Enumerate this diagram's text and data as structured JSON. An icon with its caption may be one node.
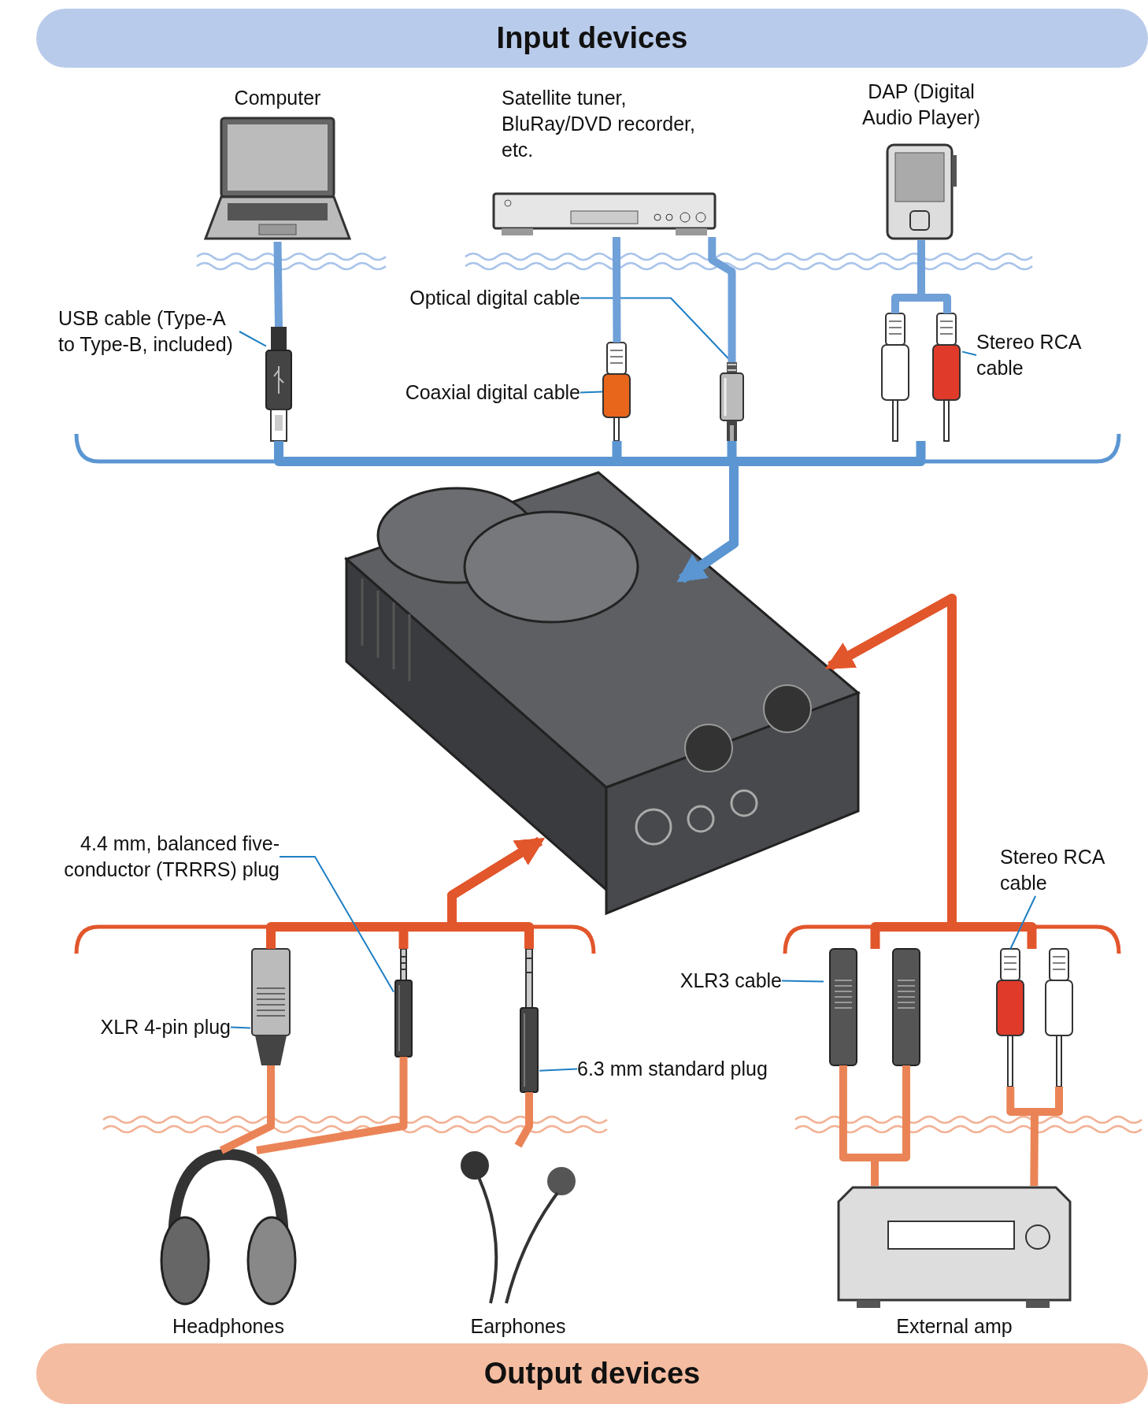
{
  "diagram": {
    "nodes": [
      {
        "text": [
          "Input devices"
        ]
      },
      {
        "text": [
          "Computer"
        ]
      },
      {
        "text": [
          "Satellite tuner, BluRay/DVD recorder, etc."
        ]
      },
      {
        "text": [
          "DAP (Digital Audio Player)"
        ]
      },
      {
        "text": [
          "USB cable (Type-A to Type-B, included)"
        ]
      },
      {
        "text": [],
        "shape": "picture"
      },
      {
        "text": [
          "Optical digital cable"
        ]
      },
      {
        "text": [],
        "shape": "picture"
      },
      {
        "text": [
          "Coaxial digital cable"
        ]
      },
      {
        "text": [],
        "shape": "picture"
      },
      {
        "text": [
          "Stereo RCA cable"
        ]
      },
      {
        "text": [],
        "shape": "picture"
      },
      {
        "text": [],
        "shape": "picture"
      },
      {
        "text": [
          "4.4 mm, balanced five-conductor (TRRRS) plug"
        ]
      },
      {
        "text": [],
        "shape": "picture"
      },
      {
        "text": [
          "XLR 4-pin plug"
        ]
      },
      {
        "text": [],
        "shape": "picture"
      },
      {
        "text": [
          "6.3 mm standard plug"
        ]
      },
      {
        "text": [],
        "shape": "picture"
      },
      {
        "text": [
          "XLR3 cable"
        ]
      },
      {
        "text": [],
        "shape": "picture"
      },
      {
        "text": [
          "Stereo RCA cable"
        ]
      },
      {
        "text": [],
        "shape": "picture"
      },
      {
        "text": [
          "Headphones"
        ]
      },
      {
        "text": [
          "Earphones"
        ]
      },
      {
        "text": [
          "External amp"
        ]
      },
      {
        "text": [
          "Output devices"
        ]
      }
    ],
    "edges": [
      {
        "from": 4,
        "to": 5,
        "arrow": "none"
      },
      {
        "from": 6,
        "to": 7,
        "arrow": "none"
      },
      {
        "from": 8,
        "to": 9,
        "arrow": "none"
      },
      {
        "from": 10,
        "to": 11,
        "arrow": "none"
      },
      {
        "from": 1,
        "to": 5,
        "arrow": "none",
        "color": "#6fa0d8"
      },
      {
        "from": 2,
        "to": 9,
        "arrow": "none",
        "color": "#6fa0d8"
      },
      {
        "from": 2,
        "to": 7,
        "arrow": "none",
        "color": "#6fa0d8"
      },
      {
        "from": 3,
        "to": 11,
        "arrow": "none",
        "color": "#6fa0d8"
      },
      {
        "from": 5,
        "to": 12,
        "arrow": "to",
        "color": "#5b96d2"
      },
      {
        "from": 9,
        "to": 12,
        "arrow": "to",
        "color": "#5b96d2"
      },
      {
        "from": 7,
        "to": 12,
        "arrow": "to",
        "color": "#5b96d2"
      },
      {
        "from": 11,
        "to": 12,
        "arrow": "to",
        "color": "#5b96d2"
      },
      {
        "from": 16,
        "to": 12,
        "arrow": "to",
        "color": "#e2562c"
      },
      {
        "from": 14,
        "to": 12,
        "arrow": "to",
        "color": "#e2562c"
      },
      {
        "from": 18,
        "to": 12,
        "arrow": "to",
        "color": "#e2562c"
      },
      {
        "from": 20,
        "to": 12,
        "arrow": "to",
        "color": "#e2562c"
      },
      {
        "from": 22,
        "to": 12,
        "arrow": "to",
        "color": "#e2562c"
      },
      {
        "from": 13,
        "to": 14,
        "arrow": "none"
      },
      {
        "from": 15,
        "to": 16,
        "arrow": "none"
      },
      {
        "from": 17,
        "to": 18,
        "arrow": "none"
      },
      {
        "from": 19,
        "to": 20,
        "arrow": "none"
      },
      {
        "from": 21,
        "to": 22,
        "arrow": "none"
      },
      {
        "from": 16,
        "to": 23,
        "arrow": "none",
        "color": "#ea8457"
      },
      {
        "from": 14,
        "to": 23,
        "arrow": "none",
        "color": "#ea8457"
      },
      {
        "from": 18,
        "to": 24,
        "arrow": "none",
        "color": "#ea8457"
      },
      {
        "from": 20,
        "to": 25,
        "arrow": "none",
        "color": "#ea8457"
      },
      {
        "from": 22,
        "to": 25,
        "arrow": "none",
        "color": "#ea8457"
      }
    ]
  }
}
